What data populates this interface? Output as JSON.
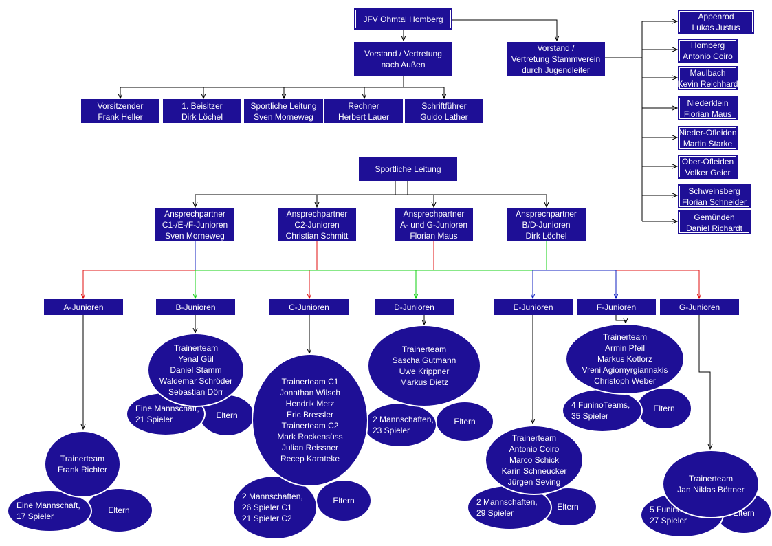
{
  "top": {
    "club": [
      "JFV Ohmtal Homberg"
    ],
    "board": [
      "Vorstand / Vertretung",
      "nach Außen"
    ],
    "stammverein": [
      "Vorstand /",
      "Vertretung Stammverein",
      "durch Jugendleiter"
    ],
    "members": [
      [
        "Vorsitzender",
        "Frank Heller"
      ],
      [
        "1. Beisitzer",
        "Dirk Löchel"
      ],
      [
        "Sportliche Leitung",
        "Sven Morneweg"
      ],
      [
        "Rechner",
        "Herbert Lauer"
      ],
      [
        "Schriftführer",
        "Guido Lather"
      ]
    ]
  },
  "villages": [
    [
      "Appenrod",
      "Lukas Justus"
    ],
    [
      "Homberg",
      "Antonio Coiro"
    ],
    [
      "Maulbach",
      "Kevin Reichhard"
    ],
    [
      "Niederklein",
      "Florian Maus"
    ],
    [
      "Nieder-Ofleiden",
      "Martin Starke"
    ],
    [
      "Ober-Ofleiden",
      "Volker Geier"
    ],
    [
      "Schweinsberg",
      "Florian Schneider"
    ],
    [
      "Gemünden",
      "Daniel Richardt"
    ]
  ],
  "sport": {
    "head": [
      "Sportliche Leitung"
    ],
    "contacts": [
      [
        "Ansprechpartner",
        "C1-/E-/F-Junioren",
        "Sven Morneweg"
      ],
      [
        "Ansprechpartner",
        "C2-Junioren",
        "Christian Schmitt"
      ],
      [
        "Ansprechpartner",
        "A- und G-Junioren",
        "Florian Maus"
      ],
      [
        "Ansprechpartner",
        "B/D-Junioren",
        "Dirk Löchel"
      ]
    ]
  },
  "teams": [
    {
      "name": [
        "A-Junioren"
      ],
      "coaches": [
        "Trainerteam",
        "Frank Richter"
      ],
      "squad": [
        "Eine Mannschaft,",
        "17 Spieler"
      ],
      "parents": [
        "Eltern"
      ]
    },
    {
      "name": [
        "B-Junioren"
      ],
      "coaches": [
        "Trainerteam",
        "Yenal Gül",
        "Daniel Stamm",
        "Waldemar Schröder",
        "Sebastian Dörr"
      ],
      "squad": [
        "Eine Mannschaft,",
        "21 Spieler"
      ],
      "parents": [
        "Eltern"
      ]
    },
    {
      "name": [
        "C-Junioren"
      ],
      "coaches": [
        "Trainerteam C1",
        "Jonathan Wilsch",
        "Hendrik Metz",
        "Eric Bressler",
        "Trainerteam C2",
        "Mark Rockensüss",
        "Julian Reissner",
        "Recep Karateke"
      ],
      "squad": [
        "2 Mannschaften,",
        "26 Spieler C1",
        "21 Spieler C2"
      ],
      "parents": [
        "Eltern"
      ]
    },
    {
      "name": [
        "D-Junioren"
      ],
      "coaches": [
        "Trainerteam",
        "Sascha Gutmann",
        "Uwe Krippner",
        "Markus Dietz"
      ],
      "squad": [
        "2 Mannschaften,",
        "23 Spieler"
      ],
      "parents": [
        "Eltern"
      ]
    },
    {
      "name": [
        "E-Junioren"
      ],
      "coaches": [
        "Trainerteam",
        "Antonio Coiro",
        "Marco Schick",
        "Karin Schneucker",
        "Jürgen Seving"
      ],
      "squad": [
        "2 Mannschaften,",
        "29 Spieler"
      ],
      "parents": [
        "Eltern"
      ]
    },
    {
      "name": [
        "F-Junioren"
      ],
      "coaches": [
        "Trainerteam",
        "Armin Pfeil",
        "Markus Kotlorz",
        "Vreni Agiomyrgiannakis",
        "Christoph Weber"
      ],
      "squad": [
        "4 FuninoTeams,",
        "35 Spieler"
      ],
      "parents": [
        "Eltern"
      ]
    },
    {
      "name": [
        "G-Junioren"
      ],
      "coaches": [
        "Trainerteam",
        "Jan Niklas Böttner"
      ],
      "squad": [
        "5 FuninoTeams,",
        "27 Spieler"
      ],
      "parents": [
        "Eltern"
      ]
    }
  ],
  "colors": {
    "box": "#1e0f96",
    "line": "#000000",
    "red": "#e01010",
    "green": "#10d010",
    "blue": "#1020c0"
  }
}
